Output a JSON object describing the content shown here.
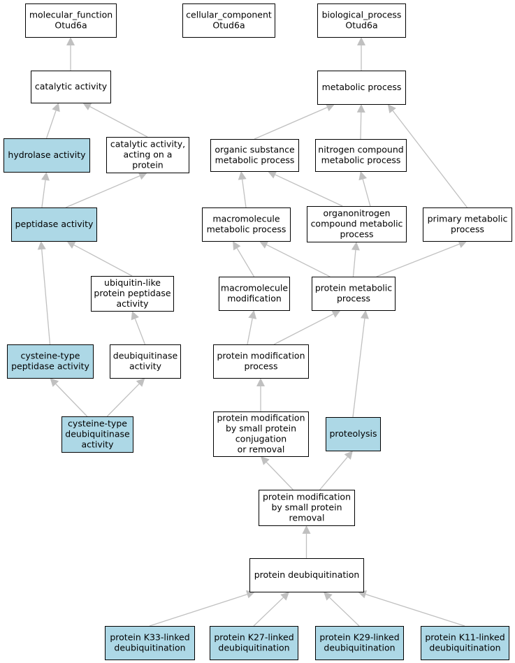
{
  "colors": {
    "highlight": "#add8e6",
    "plain": "#ffffff",
    "edge": "#c0c0c0"
  },
  "nodes": {
    "mf_root": {
      "lines": [
        "molecular_function",
        "Otud6a"
      ],
      "highlighted": false
    },
    "cc_root": {
      "lines": [
        "cellular_component",
        "Otud6a"
      ],
      "highlighted": false
    },
    "bp_root": {
      "lines": [
        "biological_process",
        "Otud6a"
      ],
      "highlighted": false
    },
    "catalytic_activity": {
      "lines": [
        "catalytic activity"
      ],
      "highlighted": false
    },
    "metabolic_process": {
      "lines": [
        "metabolic process"
      ],
      "highlighted": false
    },
    "hydrolase_activity": {
      "lines": [
        "hydrolase activity"
      ],
      "highlighted": true
    },
    "catalytic_activity_protein": {
      "lines": [
        "catalytic activity,",
        "acting on a",
        "protein"
      ],
      "highlighted": false
    },
    "organic_substance_mp": {
      "lines": [
        "organic substance",
        "metabolic process"
      ],
      "highlighted": false
    },
    "nitrogen_compound_mp": {
      "lines": [
        "nitrogen compound",
        "metabolic process"
      ],
      "highlighted": false
    },
    "peptidase_activity": {
      "lines": [
        "peptidase activity"
      ],
      "highlighted": true
    },
    "macromolecule_mp": {
      "lines": [
        "macromolecule",
        "metabolic process"
      ],
      "highlighted": false
    },
    "organonitrogen_cmp": {
      "lines": [
        "organonitrogen",
        "compound metabolic",
        "process"
      ],
      "highlighted": false
    },
    "primary_mp": {
      "lines": [
        "primary metabolic",
        "process"
      ],
      "highlighted": false
    },
    "ubl_peptidase_activity": {
      "lines": [
        "ubiquitin-like",
        "protein peptidase",
        "activity"
      ],
      "highlighted": false
    },
    "macromolecule_modification": {
      "lines": [
        "macromolecule",
        "modification"
      ],
      "highlighted": false
    },
    "protein_mp": {
      "lines": [
        "protein metabolic",
        "process"
      ],
      "highlighted": false
    },
    "cysteine_peptidase": {
      "lines": [
        "cysteine-type",
        "peptidase activity"
      ],
      "highlighted": true
    },
    "deubiquitinase_activity": {
      "lines": [
        "deubiquitinase",
        "activity"
      ],
      "highlighted": false
    },
    "protein_modification_process": {
      "lines": [
        "protein modification",
        "process"
      ],
      "highlighted": false
    },
    "cysteine_deubiquitinase": {
      "lines": [
        "cysteine-type",
        "deubiquitinase",
        "activity"
      ],
      "highlighted": true
    },
    "pm_small_conj_removal": {
      "lines": [
        "protein modification",
        "by small protein",
        "conjugation",
        "or removal"
      ],
      "highlighted": false
    },
    "proteolysis": {
      "lines": [
        "proteolysis"
      ],
      "highlighted": true
    },
    "pm_small_removal": {
      "lines": [
        "protein modification",
        "by small protein",
        "removal"
      ],
      "highlighted": false
    },
    "protein_deubiquitination": {
      "lines": [
        "protein deubiquitination"
      ],
      "highlighted": false
    },
    "k33": {
      "lines": [
        "protein K33-linked",
        "deubiquitination"
      ],
      "highlighted": true
    },
    "k27": {
      "lines": [
        "protein K27-linked",
        "deubiquitination"
      ],
      "highlighted": true
    },
    "k29": {
      "lines": [
        "protein K29-linked",
        "deubiquitination"
      ],
      "highlighted": true
    },
    "k11": {
      "lines": [
        "protein K11-linked",
        "deubiquitination"
      ],
      "highlighted": true
    }
  },
  "edges": [
    [
      "catalytic_activity",
      "mf_root"
    ],
    [
      "hydrolase_activity",
      "catalytic_activity"
    ],
    [
      "catalytic_activity_protein",
      "catalytic_activity"
    ],
    [
      "peptidase_activity",
      "hydrolase_activity"
    ],
    [
      "peptidase_activity",
      "catalytic_activity_protein"
    ],
    [
      "ubl_peptidase_activity",
      "peptidase_activity"
    ],
    [
      "cysteine_peptidase",
      "peptidase_activity"
    ],
    [
      "deubiquitinase_activity",
      "ubl_peptidase_activity"
    ],
    [
      "cysteine_deubiquitinase",
      "cysteine_peptidase"
    ],
    [
      "cysteine_deubiquitinase",
      "deubiquitinase_activity"
    ],
    [
      "metabolic_process",
      "bp_root"
    ],
    [
      "organic_substance_mp",
      "metabolic_process"
    ],
    [
      "nitrogen_compound_mp",
      "metabolic_process"
    ],
    [
      "primary_mp",
      "metabolic_process"
    ],
    [
      "macromolecule_mp",
      "organic_substance_mp"
    ],
    [
      "organonitrogen_cmp",
      "organic_substance_mp"
    ],
    [
      "organonitrogen_cmp",
      "nitrogen_compound_mp"
    ],
    [
      "macromolecule_modification",
      "macromolecule_mp"
    ],
    [
      "protein_mp",
      "macromolecule_mp"
    ],
    [
      "protein_mp",
      "organonitrogen_cmp"
    ],
    [
      "protein_mp",
      "primary_mp"
    ],
    [
      "protein_modification_process",
      "macromolecule_modification"
    ],
    [
      "protein_modification_process",
      "protein_mp"
    ],
    [
      "pm_small_conj_removal",
      "protein_modification_process"
    ],
    [
      "proteolysis",
      "protein_mp"
    ],
    [
      "pm_small_removal",
      "pm_small_conj_removal"
    ],
    [
      "pm_small_removal",
      "proteolysis"
    ],
    [
      "protein_deubiquitination",
      "pm_small_removal"
    ],
    [
      "k33",
      "protein_deubiquitination"
    ],
    [
      "k27",
      "protein_deubiquitination"
    ],
    [
      "k29",
      "protein_deubiquitination"
    ],
    [
      "k11",
      "protein_deubiquitination"
    ]
  ]
}
